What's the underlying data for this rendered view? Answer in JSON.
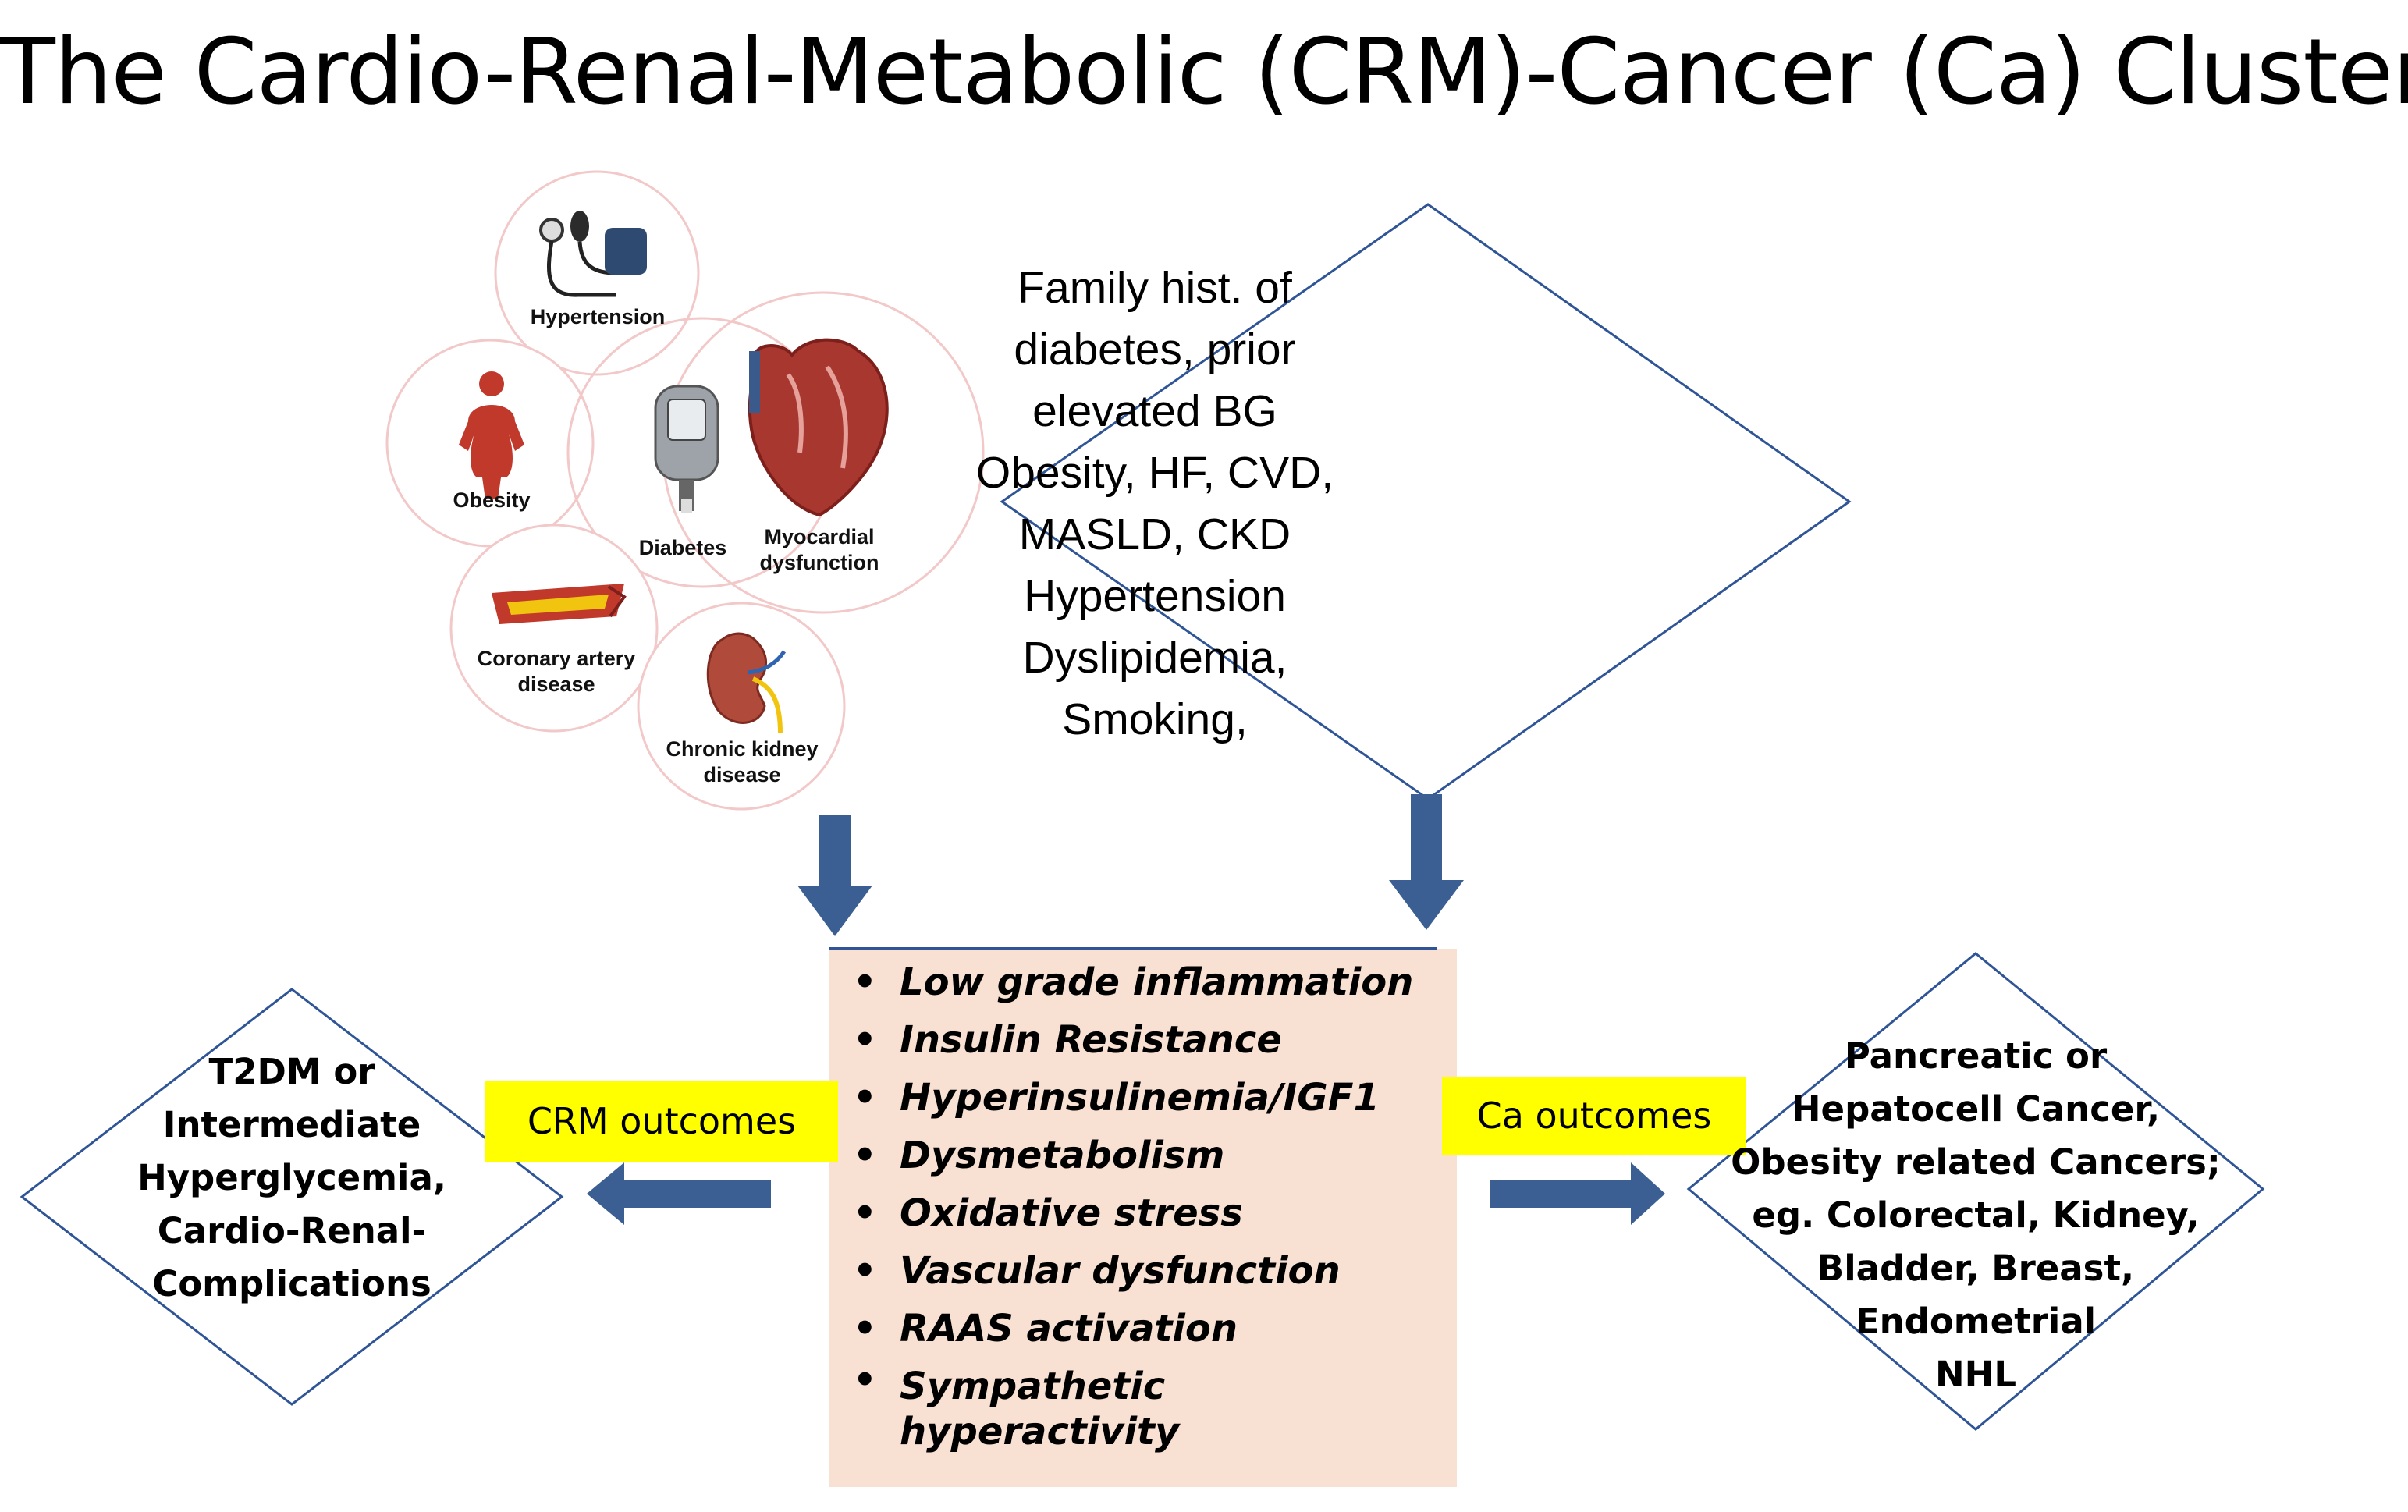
{
  "title": "The Cardio-Renal-Metabolic (CRM)-Cancer (Ca) Cluster",
  "cluster_illustration": {
    "hypertension": "Hypertension",
    "obesity": "Obesity",
    "diabetes": "Diabetes",
    "myocardial_line1": "Myocardial",
    "myocardial_line2": "dysfunction",
    "coronary_line1": "Coronary artery",
    "coronary_line2": "disease",
    "ckd_line1": "Chronic kidney",
    "ckd_line2": "disease"
  },
  "risk_factors": {
    "lines": [
      "Family hist. of",
      "diabetes,  prior",
      "elevated BG",
      "Obesity, HF, CVD,",
      "MASLD, CKD",
      "Hypertension",
      "Dyslipidemia,",
      "Smoking,"
    ]
  },
  "mechanisms": [
    "Low grade inflammation",
    "Insulin Resistance",
    "Hyperinsulinemia/IGF1",
    "Dysmetabolism",
    "Oxidative stress",
    "Vascular dysfunction",
    "RAAS activation",
    "Sympathetic hyperactivity"
  ],
  "crm_label": "CRM outcomes",
  "ca_label": "Ca outcomes",
  "crm_outcomes": {
    "lines": [
      "T2DM or",
      "Intermediate",
      "Hyperglycemia,",
      "Cardio-Renal-",
      "Complications"
    ]
  },
  "ca_outcomes": {
    "lines": [
      "Pancreatic or",
      "Hepatocell Cancer,",
      "Obesity related Cancers;",
      "eg. Colorectal, Kidney,",
      "Bladder, Breast,",
      "Endometrial",
      "NHL"
    ]
  },
  "colors": {
    "arrow": "#3c5f93",
    "diamond_stroke": "#2f5597",
    "mechanism_box": "#f8e0d2",
    "label_highlight": "#ffff00",
    "circle_stroke": "#f2c8c8"
  }
}
